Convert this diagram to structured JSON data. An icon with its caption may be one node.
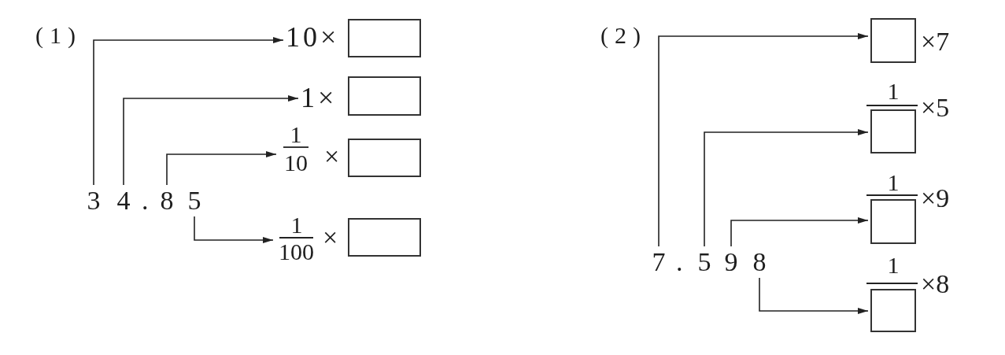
{
  "diagram": {
    "nodes": [
      {
        "text": [
          "3"
        ]
      },
      {
        "text": [
          "4"
        ]
      },
      {
        "text": [
          "8"
        ]
      },
      {
        "text": [
          "5"
        ]
      },
      {
        "text": [
          "10×"
        ]
      },
      {
        "text": [],
        "shape": "box"
      },
      {
        "text": [
          "1×"
        ]
      },
      {
        "text": [],
        "shape": "box"
      },
      {
        "text": [
          "1",
          "10",
          "×"
        ]
      },
      {
        "text": [],
        "shape": "box"
      },
      {
        "text": [
          "1",
          "100",
          "×"
        ]
      },
      {
        "text": [],
        "shape": "box"
      },
      {
        "text": [
          "7"
        ]
      },
      {
        "text": [
          "5"
        ]
      },
      {
        "text": [
          "9"
        ]
      },
      {
        "text": [
          "8"
        ]
      },
      {
        "text": [],
        "shape": "box",
        "beside": [
          "×7"
        ]
      },
      {
        "text": [],
        "shape": "box",
        "beside": [
          "1",
          "×5"
        ]
      },
      {
        "text": [],
        "shape": "box",
        "beside": [
          "1",
          "×9"
        ]
      },
      {
        "text": [],
        "shape": "box",
        "beside": [
          "1",
          "×8"
        ]
      }
    ],
    "edges": [
      {
        "from": 0,
        "to": 4,
        "arrow": "to"
      },
      {
        "from": 1,
        "to": 6,
        "arrow": "to"
      },
      {
        "from": 2,
        "to": 8,
        "arrow": "to"
      },
      {
        "from": 3,
        "to": 10,
        "arrow": "to"
      },
      {
        "from": 12,
        "to": 16,
        "arrow": "to"
      },
      {
        "from": 13,
        "to": 17,
        "arrow": "to"
      },
      {
        "from": 14,
        "to": 18,
        "arrow": "to"
      },
      {
        "from": 15,
        "to": 19,
        "arrow": "to"
      }
    ],
    "labels": [
      "(1)",
      ".",
      "(2)",
      "."
    ]
  }
}
